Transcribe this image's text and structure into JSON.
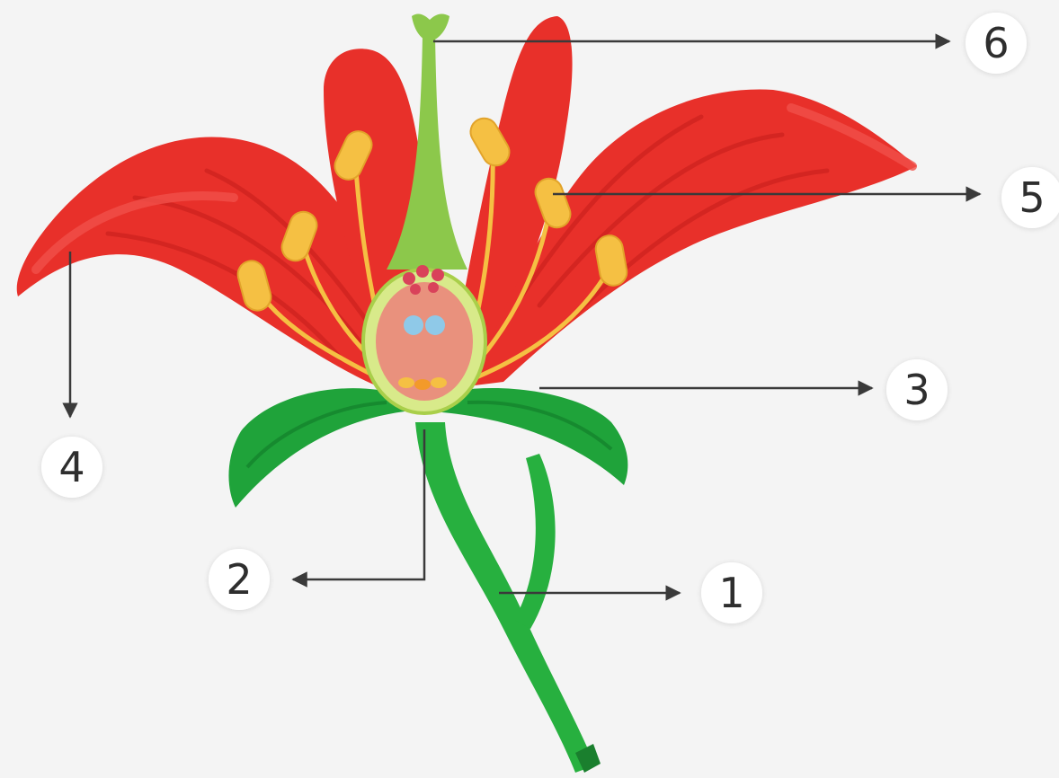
{
  "colors": {
    "background": "#f4f4f4",
    "petal": "#e8302a",
    "petal_light": "#f0504a",
    "petal_vein": "#c21e1a",
    "stamen": "#f5c043",
    "stamen_dark": "#e2a32a",
    "pistil": "#8cc84b",
    "ovary_fill": "#e9917d",
    "ovule": "#8fc9e8",
    "sepal": "#1fa33a",
    "stem": "#27b03f",
    "leader": "#3a3a3a",
    "label_circle": "#ffffff"
  },
  "labels": {
    "l1": "1",
    "l2": "2",
    "l3": "3",
    "l4": "4",
    "l5": "5",
    "l6": "6"
  }
}
